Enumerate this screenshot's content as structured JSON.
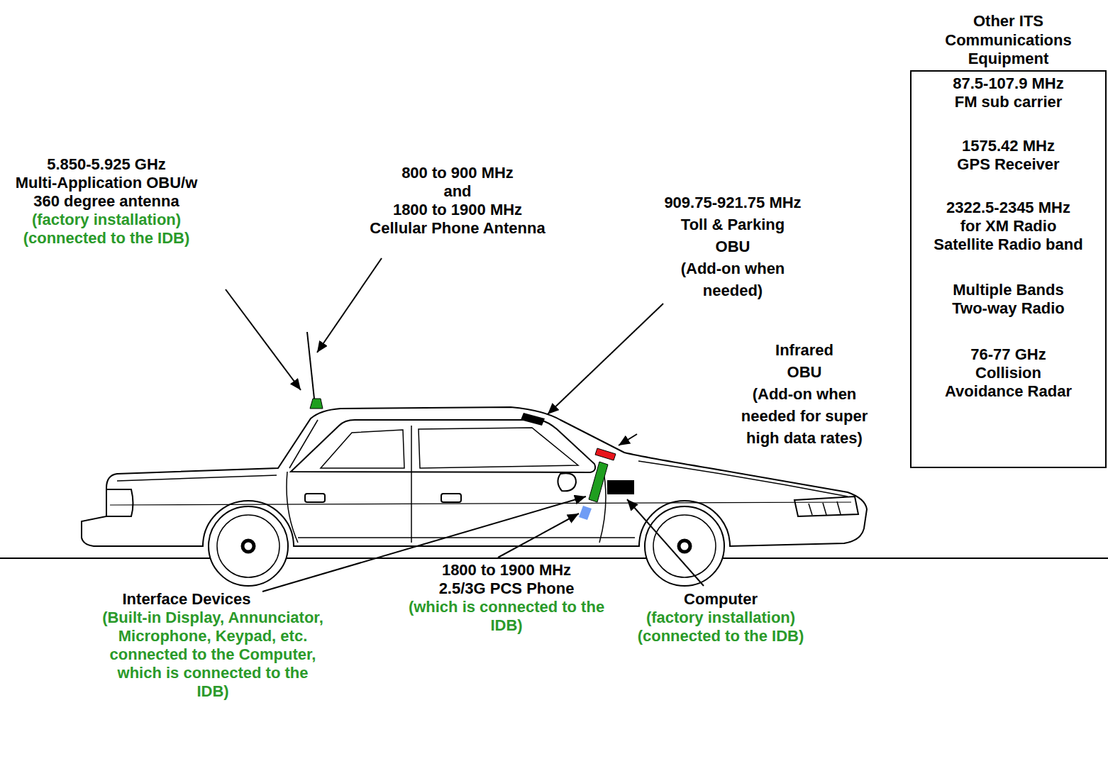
{
  "diagram": {
    "nodes": [
      {
        "text": [
          "Other ITS Communications Equipment",
          "87.5-107.9 MHz FM sub carrier",
          "1575.42 MHz GPS Receiver",
          "2322.5-2345 MHz for XM Radio Satellite Radio band",
          "Multiple Bands Two-way Radio",
          "76-77 GHz Collision Avoidance Radar"
        ]
      }
    ],
    "labels": [
      "5.850-5.925 GHz Multi-Application OBU/w 360 degree antenna",
      "(factory installation)",
      "(connected to the IDB)",
      "800 to 900 MHz and 1800 to 1900 MHz Cellular Phone Antenna",
      "909.75-921.75 MHz Toll & Parking OBU (Add-on when needed)",
      "Infrared OBU (Add-on when needed for super high data rates)",
      "Interface Devices",
      "(Built-in Display, Annunciator, Microphone, Keypad, etc. connected to the Computer, which is connected to the IDB)",
      "1800 to 1900 MHz 2.5/3G PCS Phone",
      "(which is connected to the IDB)",
      "Computer",
      "(factory installation)",
      "(connected to the IDB)"
    ]
  }
}
